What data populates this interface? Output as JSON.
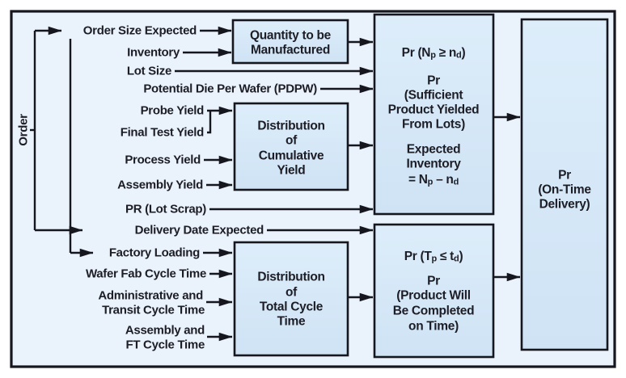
{
  "colors": {
    "ink": "#16161e",
    "text": "#1d1d26",
    "frame_background": "#eaf2fb",
    "box_fill_top": "#ddedfa",
    "box_fill_bottom": "#cfe3f5",
    "page_background": "#ffffff"
  },
  "order": {
    "label": "Order"
  },
  "inputs": {
    "order_size": "Order Size Expected",
    "inventory": "Inventory",
    "lot_size": "Lot Size",
    "pdpw": "Potential Die Per Wafer (PDPW)",
    "probe_yield": "Probe Yield",
    "final_test_yield": "Final Test Yield",
    "process_yield": "Process Yield",
    "assembly_yield": "Assembly Yield",
    "pr_lot_scrap": "PR (Lot Scrap)",
    "delivery_date": "Delivery Date Expected",
    "factory_loading": "Factory Loading",
    "wafer_fab": "Wafer Fab Cycle Time",
    "admin_line1": "Administrative and",
    "admin_line2": "Transit Cycle Time",
    "assembly_ft_line1": "Assembly and",
    "assembly_ft_line2": "FT Cycle Time"
  },
  "boxes": {
    "quantity": {
      "l1": "Quantity to be",
      "l2": "Manufactured"
    },
    "dist_yield": {
      "l1": "Distribution",
      "l2": "of",
      "l3": "Cumulative",
      "l4": "Yield"
    },
    "dist_cycle": {
      "l1": "Distribution",
      "l2": "of",
      "l3": "Total Cycle",
      "l4": "Time"
    },
    "pr_top": {
      "f1": [
        "Pr (N",
        "p",
        " ≥ n",
        "d",
        ")"
      ],
      "l2": "Pr",
      "l3": "(Sufficient",
      "l4": "Product Yielded",
      "l5": "From Lots)",
      "l6": "Expected",
      "l7": "Inventory",
      "f8": [
        "= N",
        "p",
        " – n",
        "d",
        ""
      ]
    },
    "pr_bottom": {
      "f1": [
        "Pr (T",
        "p",
        " ≤ t",
        "d",
        ")"
      ],
      "l2": "Pr",
      "l3": "(Product Will",
      "l4": "Be Completed",
      "l5": "on Time)"
    },
    "pr_right": {
      "l1": "Pr",
      "l2": "(On-Time",
      "l3": "Delivery)"
    }
  }
}
